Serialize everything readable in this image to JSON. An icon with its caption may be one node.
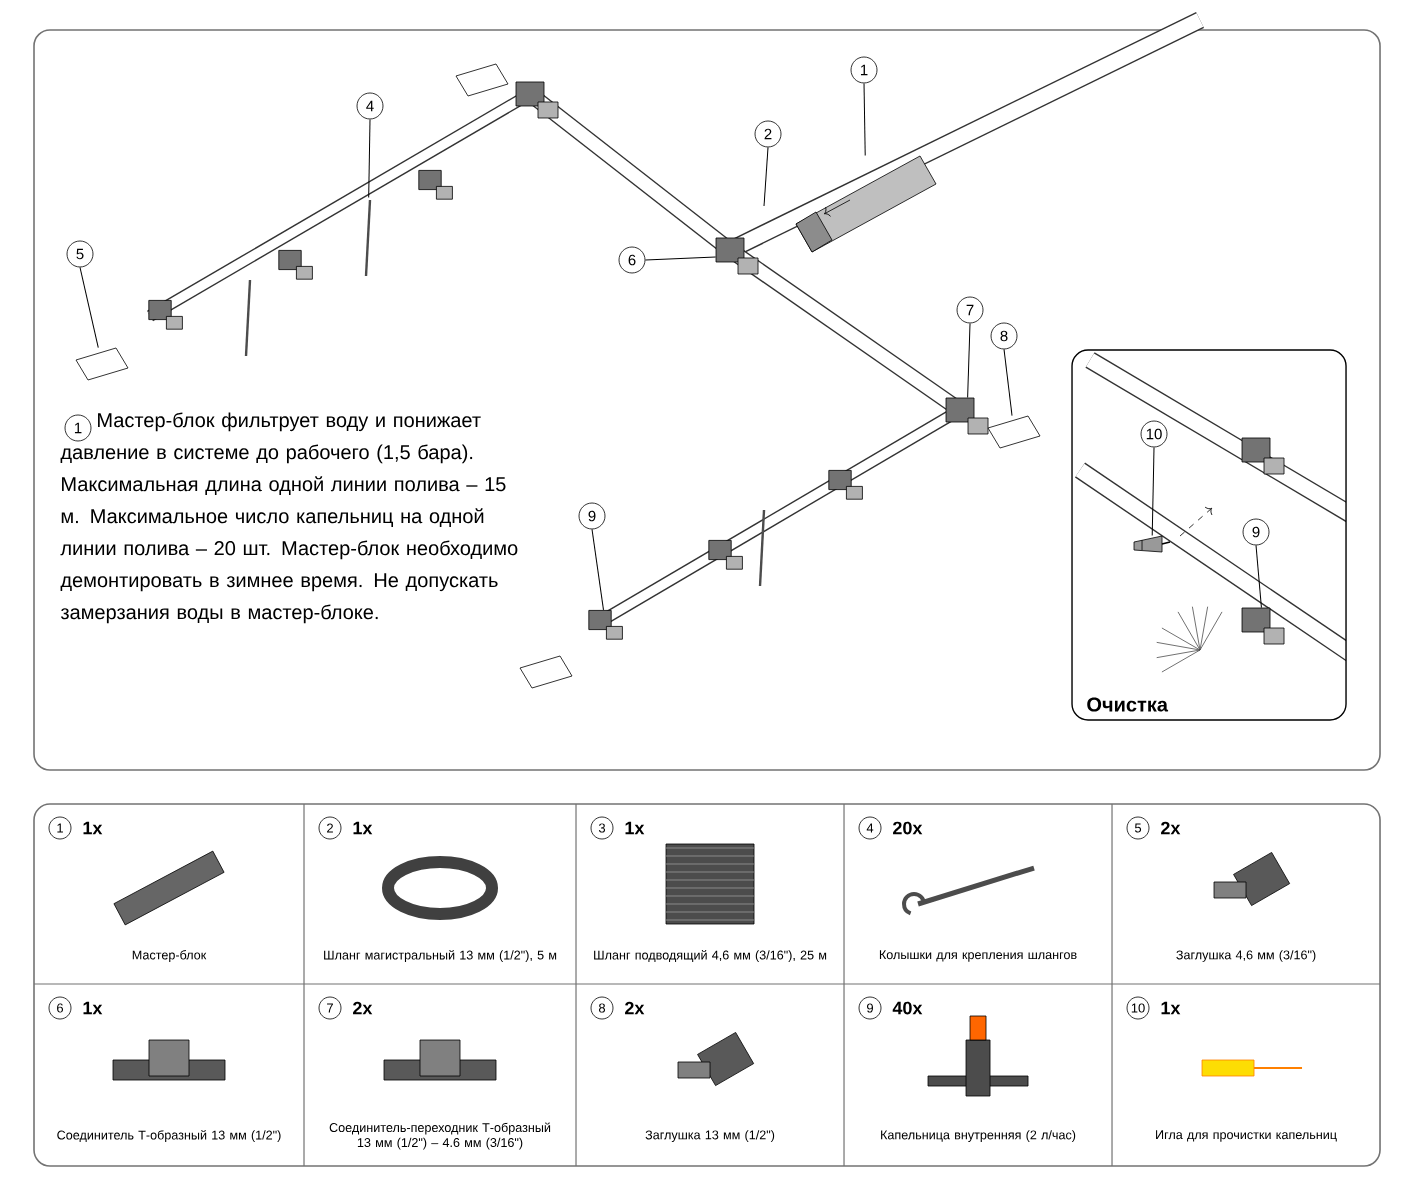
{
  "diagram": {
    "nodes": [
      {
        "text": [
          "1"
        ]
      },
      {
        "text": [
          "4"
        ]
      },
      {
        "text": [
          "2"
        ]
      },
      {
        "text": [
          "5"
        ]
      },
      {
        "text": [
          "6"
        ]
      },
      {
        "text": [
          "7"
        ]
      },
      {
        "text": [
          "8"
        ]
      },
      {
        "text": [
          "9"
        ]
      },
      {
        "text": [
          "1"
        ]
      },
      {
        "text": [
          "Очистка"
        ]
      },
      {
        "text": [
          "10"
        ],
        "in": 9
      },
      {
        "text": [
          "9"
        ],
        "in": 9
      },
      {
        "text": [
          "1",
          "1x",
          "Мастер-блок"
        ]
      },
      {
        "text": [
          "2",
          "1x",
          "Шланг магистральный 13 мм (1/2\"), 5 м"
        ]
      },
      {
        "text": [
          "3",
          "1x",
          "Шланг подводящий 4,6 мм (3/16\"), 25 м"
        ]
      },
      {
        "text": [
          "4",
          "20x",
          "Колышки для крепления шлангов"
        ]
      },
      {
        "text": [
          "5",
          "2x",
          "Заглушка 4,6 мм (3/16\")"
        ]
      },
      {
        "text": [
          "6",
          "1x",
          "Соединитель Т-образный 13 мм (1/2\")"
        ]
      },
      {
        "text": [
          "7",
          "2x",
          "Соединитель-переходник Т-образный 13 мм (1/2\") – 4.6 мм (3/16\")"
        ]
      },
      {
        "text": [
          "8",
          "2x",
          "Заглушка 13 мм (1/2\")"
        ]
      },
      {
        "text": [
          "9",
          "40x",
          "Капельница внутренняя (2 л/час)"
        ]
      },
      {
        "text": [
          "10",
          "1x",
          "Игла для прочистки капельниц"
        ]
      },
      {
        "text": [],
        "shape": "picture"
      },
      {
        "text": [],
        "shape": "picture"
      },
      {
        "text": [],
        "shape": "picture"
      },
      {
        "text": [],
        "shape": "picture"
      },
      {
        "text": [],
        "shape": "picture"
      },
      {
        "text": [],
        "shape": "picture"
      },
      {
        "text": [],
        "shape": "picture"
      },
      {
        "text": [],
        "shape": "picture",
        "in": 9
      },
      {
        "text": [],
        "shape": "picture",
        "in": 9
      }
    ],
    "edges": [
      {
        "from": 0,
        "to": 22,
        "arrow": "none"
      },
      {
        "from": 1,
        "to": 23,
        "arrow": "none"
      },
      {
        "from": 2,
        "to": null,
        "arrow": "none"
      },
      {
        "from": 3,
        "to": 24,
        "arrow": "none"
      },
      {
        "from": 4,
        "to": 25,
        "arrow": "none"
      },
      {
        "from": 5,
        "to": 26,
        "arrow": "none"
      },
      {
        "from": 6,
        "to": 27,
        "arrow": "none"
      },
      {
        "from": 7,
        "to": 28,
        "arrow": "none"
      },
      {
        "from": 10,
        "to": 29,
        "arrow": "none"
      },
      {
        "from": 11,
        "to": 30,
        "arrow": "none"
      }
    ],
    "labels": [
      "Мастер-блок фильтрует воду и понижает давление в системе до рабочего (1,5 бара). Максимальная длина одной линии полива – 15 м. Максимальное число капельниц на одной линии полива – 20 шт. Мастер-блок необходимо демонтировать в зимнее время. Не допускать замерзания воды в мастер-блоке."
    ]
  }
}
